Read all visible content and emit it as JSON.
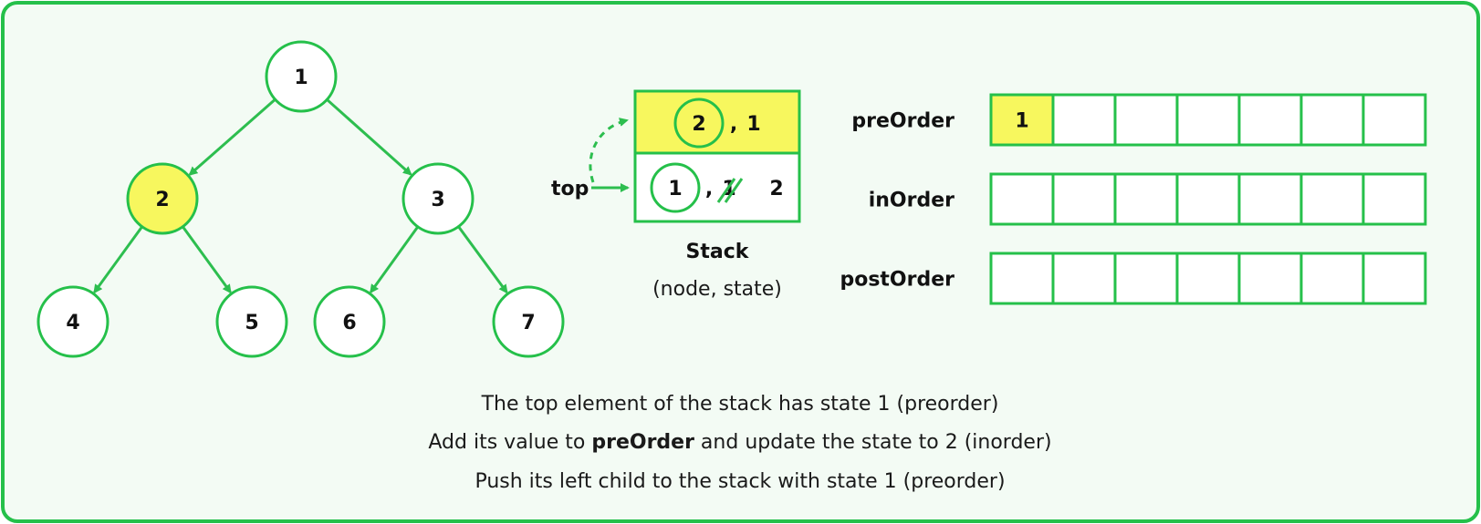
{
  "colors": {
    "accent": "#2dbe4f",
    "highlight": "#f7f75e",
    "border": "#25c04a",
    "text": "#111111",
    "background": "#f3fbf4"
  },
  "tree": {
    "nodes": [
      {
        "id": "n1",
        "label": "1",
        "highlighted": false
      },
      {
        "id": "n2",
        "label": "2",
        "highlighted": true
      },
      {
        "id": "n3",
        "label": "3",
        "highlighted": false
      },
      {
        "id": "n4",
        "label": "4",
        "highlighted": false
      },
      {
        "id": "n5",
        "label": "5",
        "highlighted": false
      },
      {
        "id": "n6",
        "label": "6",
        "highlighted": false
      },
      {
        "id": "n7",
        "label": "7",
        "highlighted": false
      }
    ],
    "edges": [
      [
        "n1",
        "n2"
      ],
      [
        "n1",
        "n3"
      ],
      [
        "n2",
        "n4"
      ],
      [
        "n2",
        "n5"
      ],
      [
        "n3",
        "n6"
      ],
      [
        "n3",
        "n7"
      ]
    ]
  },
  "stack": {
    "top_label": "top",
    "title": "Stack",
    "subtitle": "(node, state)",
    "entries": [
      {
        "node": "2",
        "state": "1",
        "highlighted": true
      },
      {
        "node": "1",
        "old_state": "1",
        "state": "2",
        "highlighted": false
      }
    ],
    "separator": ","
  },
  "arrays": [
    {
      "label": "preOrder",
      "cells": [
        "1",
        "",
        "",
        "",
        "",
        "",
        ""
      ],
      "highlight_index": 0
    },
    {
      "label": "inOrder",
      "cells": [
        "",
        "",
        "",
        "",
        "",
        "",
        ""
      ],
      "highlight_index": -1
    },
    {
      "label": "postOrder",
      "cells": [
        "",
        "",
        "",
        "",
        "",
        "",
        ""
      ],
      "highlight_index": -1
    }
  ],
  "caption": {
    "line1": "The top element of the stack has state 1 (preorder)",
    "line2_pre": "Add its value to ",
    "line2_bold": "preOrder",
    "line2_post": " and update the state to 2 (inorder)",
    "line3": "Push its left child to the stack with state 1 (preorder)"
  }
}
